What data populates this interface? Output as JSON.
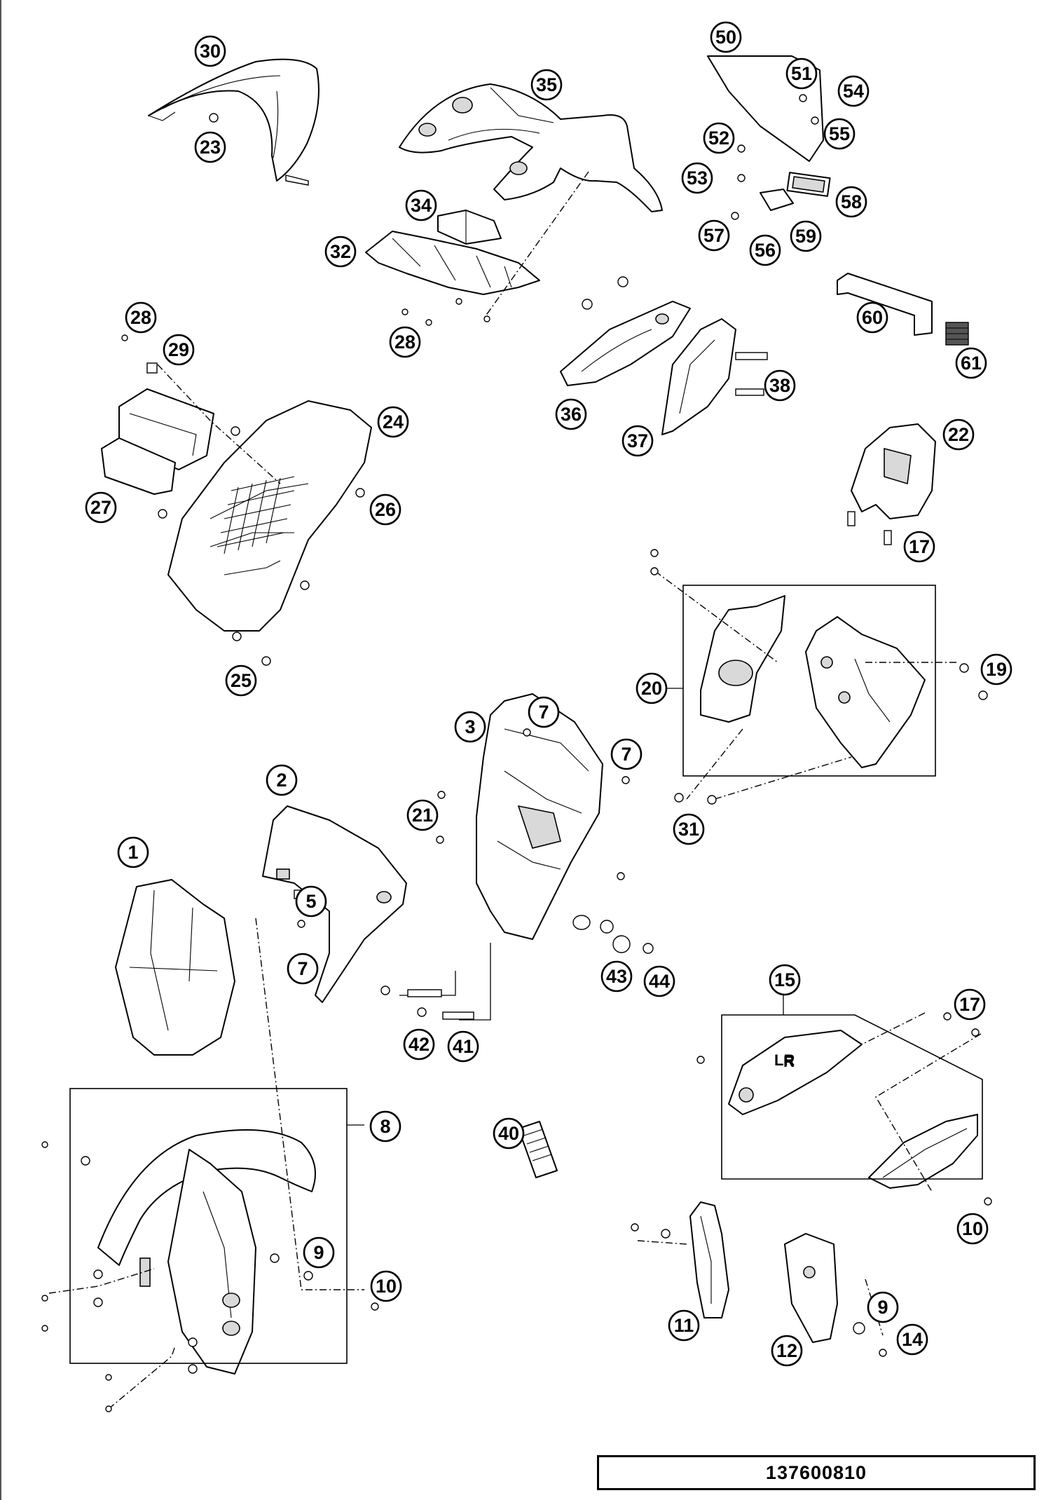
{
  "diagram": {
    "drawing_number": "137600810",
    "part_decals": [
      "LR",
      "R"
    ],
    "callouts": [
      "30",
      "23",
      "35",
      "50",
      "51",
      "54",
      "52",
      "55",
      "53",
      "58",
      "57",
      "56",
      "59",
      "34",
      "32",
      "28",
      "28",
      "29",
      "24",
      "26",
      "27",
      "25",
      "60",
      "61",
      "36",
      "38",
      "37",
      "22",
      "17",
      "19",
      "20",
      "7",
      "3",
      "7",
      "21",
      "2",
      "1",
      "5",
      "7",
      "31",
      "43",
      "44",
      "42",
      "41",
      "15",
      "17",
      "8",
      "40",
      "9",
      "10",
      "10",
      "11",
      "9",
      "12",
      "14"
    ]
  }
}
